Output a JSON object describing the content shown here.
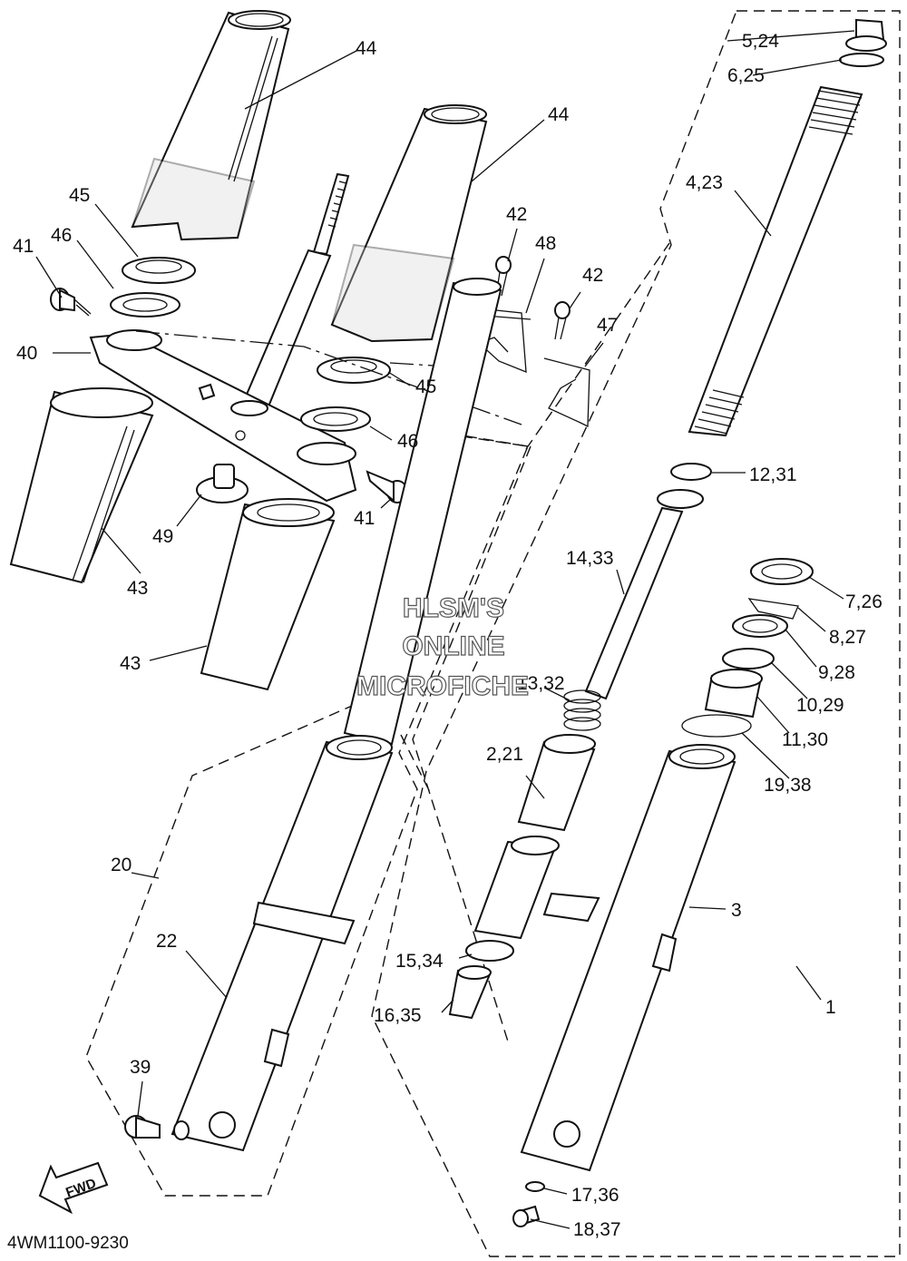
{
  "callouts": {
    "c44a": "44",
    "c44b": "44",
    "c45a": "45",
    "c45b": "45",
    "c46a": "46",
    "c46b": "46",
    "c41a": "41",
    "c41b": "41",
    "c40": "40",
    "c43a": "43",
    "c43b": "43",
    "c49": "49",
    "c42a": "42",
    "c42b": "42",
    "c48": "48",
    "c47": "47",
    "c5": "5,24",
    "c6": "6,25",
    "c4": "4,23",
    "c12": "12,31",
    "c14": "14,33",
    "c7": "7,26",
    "c8": "8,27",
    "c9": "9,28",
    "c10": "10,29",
    "c11": "11,30",
    "c13": "13,32",
    "c19": "19,38",
    "c2": "2,21",
    "c3": "3",
    "c20": "20",
    "c22": "22",
    "c15": "15,34",
    "c16": "16,35",
    "c1": "1",
    "c39": "39",
    "c17": "17,36",
    "c18": "18,37"
  },
  "watermark": {
    "line1": "HLSM'S",
    "line2": "ONLINE",
    "line3": "MICROFICHE"
  },
  "fwd_badge": "FWD",
  "diagram_code": "4WM1100-9230"
}
